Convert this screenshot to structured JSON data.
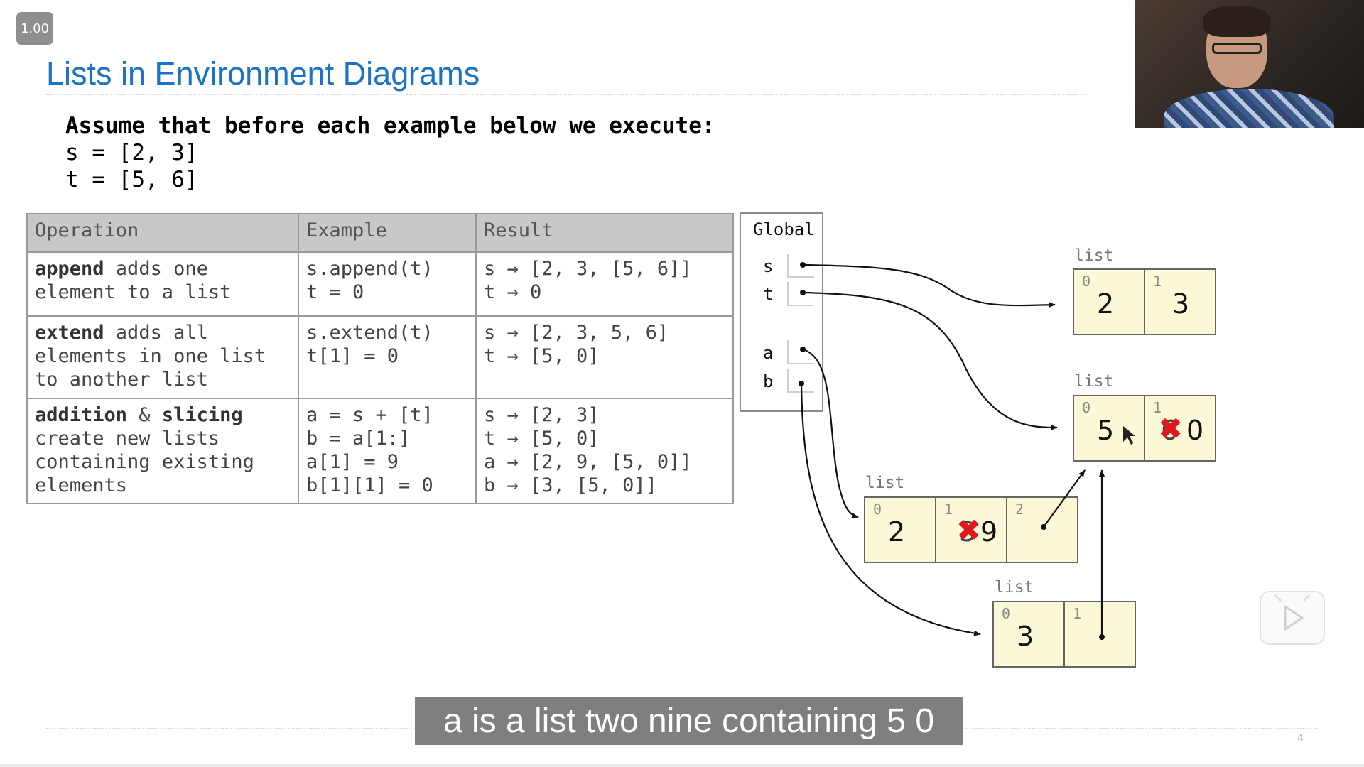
{
  "player": {
    "speed": "1.00",
    "page_number": "4"
  },
  "slide": {
    "title": "Lists in Environment Diagrams",
    "preamble": {
      "line1": "Assume that before each example below we execute:",
      "line2": "s = [2, 3]",
      "line3": "t = [5, 6]"
    }
  },
  "table": {
    "headers": [
      "Operation",
      "Example",
      "Result"
    ],
    "rows": [
      {
        "op_bold": "append",
        "op_rest": " adds one\nelement to a list",
        "example": "s.append(t)\nt = 0",
        "result": "s → [2, 3, [5, 6]]\nt → 0"
      },
      {
        "op_bold": "extend",
        "op_rest": " adds all\nelements in one list\nto another list",
        "example": "s.extend(t)\nt[1] = 0",
        "result": "s → [2, 3, 5, 6]\nt → [5, 0]"
      },
      {
        "op_bold": "addition",
        "op_mid": " & ",
        "op_bold2": "slicing",
        "op_rest": "\ncreate new lists\ncontaining existing\nelements",
        "example": "a = s + [t]\nb = a[1:]\na[1] = 9\nb[1][1] = 0",
        "result": "s → [2, 3]\nt → [5, 0]\na → [2, 9, [5, 0]]\nb → [3, [5, 0]]"
      }
    ]
  },
  "diagram": {
    "frame_label": "Global",
    "variables": [
      "s",
      "t",
      "a",
      "b"
    ],
    "list_label": "list",
    "list_s": {
      "indices": [
        "0",
        "1"
      ],
      "values": [
        "2",
        "3"
      ]
    },
    "list_t": {
      "indices": [
        "0",
        "1"
      ],
      "values": [
        "5",
        "0"
      ],
      "crossed_old": "6"
    },
    "list_a": {
      "indices": [
        "0",
        "1",
        "2"
      ],
      "values": [
        "2",
        "9"
      ],
      "crossed_old": "3"
    },
    "list_b": {
      "indices": [
        "0",
        "1"
      ],
      "values": [
        "3"
      ]
    },
    "cross_color": "#e0191f"
  },
  "subtitle": "a is a list two nine containing 5 0",
  "colors": {
    "title": "#1a73c9",
    "box_fill": "#fbf8d8",
    "header_fill": "#c8c8c8"
  }
}
